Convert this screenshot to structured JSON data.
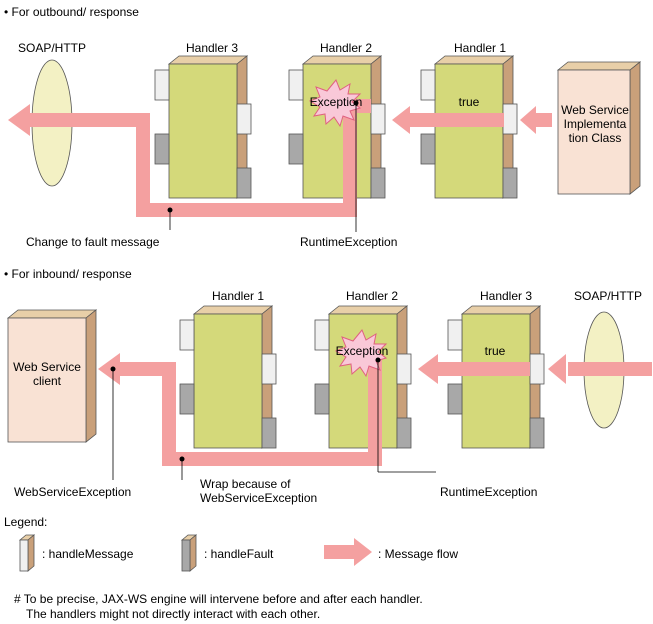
{
  "sections": {
    "outbound": {
      "title": "• For outbound/ response",
      "soap_label": "SOAP/HTTP",
      "handler_3": "Handler 3",
      "handler_2": "Handler 2",
      "handler_1": "Handler 1",
      "true_label": "true",
      "exception_label": "Exception",
      "service_box": "Web Service Implementa tion Class",
      "fault_caption": "Change to fault message",
      "runtime_caption": "RuntimeException"
    },
    "inbound": {
      "title": "• For inbound/ response",
      "handler_1": "Handler 1",
      "handler_2": "Handler 2",
      "handler_3": "Handler 3",
      "soap_label": "SOAP/HTTP",
      "true_label": "true",
      "exception_label": "Exception",
      "client_box": "Web Service client",
      "wse_caption": "WebServiceException",
      "wrap_caption_1": "Wrap because of",
      "wrap_caption_2": "WebServiceException",
      "runtime_caption": "RuntimeException"
    }
  },
  "legend": {
    "title": "Legend:",
    "handle_message": ": handleMessage",
    "handle_fault": ": handleFault",
    "message_flow": ": Message flow"
  },
  "footnote": {
    "line_1": "# To be precise, JAX-WS engine will intervene before and after each handler.",
    "line_2": "The handlers might not directly interact with each other."
  },
  "colors": {
    "handler_fill": "#d4d97a",
    "handler_side": "#c9a07a",
    "tab_message": "#f0f0f0",
    "tab_fault": "#a8a8a8",
    "flow": "#f4a0a0",
    "soap_fill": "#f3f1c4",
    "service_fill": "#f9e2d4",
    "burst_fill": "#f9c8d8",
    "burst_stroke": "#e06080"
  }
}
